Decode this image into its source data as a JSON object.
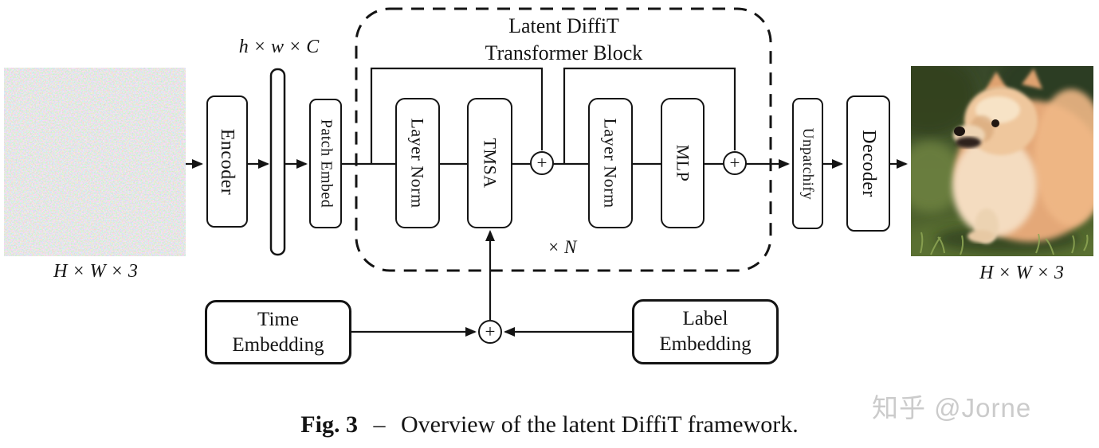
{
  "diagram": {
    "inputs": {
      "noise_label": "H × W × 3",
      "latent_label": "h × w × C",
      "output_label": "H × W × 3"
    },
    "nodes": {
      "encoder": "Encoder",
      "patch_embed": "Patch Embed",
      "layer_norm_1": "Layer Norm",
      "tmsa": "TMSA",
      "layer_norm_2": "Layer Norm",
      "mlp": "MLP",
      "unpatchify": "Unpatchify",
      "decoder": "Decoder"
    },
    "embeddings": {
      "time_line1": "Time",
      "time_line2": "Embedding",
      "label_line1": "Label",
      "label_line2": "Embedding"
    },
    "block": {
      "title_line1": "Latent DiffiT",
      "title_line2": "Transformer Block",
      "repeat_label": "× N"
    },
    "operators": {
      "add_1": "+",
      "add_2": "+",
      "add_3": "+"
    }
  },
  "caption": {
    "figure_label": "Fig. 3",
    "separator": "–",
    "text": "Overview of the latent DiffiT framework."
  },
  "watermark": "知乎 @Jorne",
  "colors": {
    "line": "#141414",
    "background": "#ffffff",
    "watermark": "#cbcbcb"
  }
}
